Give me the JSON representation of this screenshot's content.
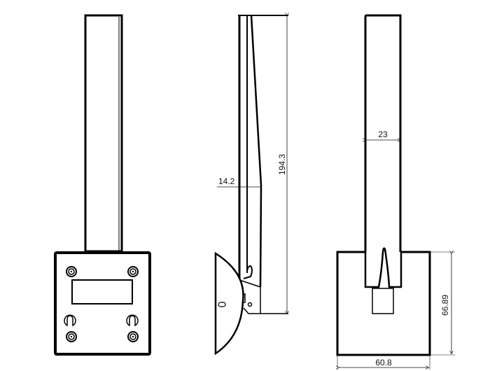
{
  "drawing": {
    "type": "technical drawing - three orthographic views of a wall-mounted bracket",
    "views": [
      {
        "name": "front-view",
        "features": [
          "vertical arm",
          "square base plate",
          "4 screw holes",
          "rectangular slot",
          "2 keyhole mounting slots"
        ]
      },
      {
        "name": "side-view",
        "features": [
          "tapered arm",
          "suction cup base",
          "pivot pin"
        ]
      },
      {
        "name": "rear-view",
        "features": [
          "vertical arm",
          "base block",
          "tongue",
          "tab"
        ]
      }
    ],
    "dimensions": {
      "side_width": "14.2",
      "total_height": "194.3",
      "arm_width": "23",
      "base_height": "66.89",
      "base_width": "60.8"
    },
    "colors": {
      "line": "#000000",
      "background": "#ffffff"
    }
  }
}
